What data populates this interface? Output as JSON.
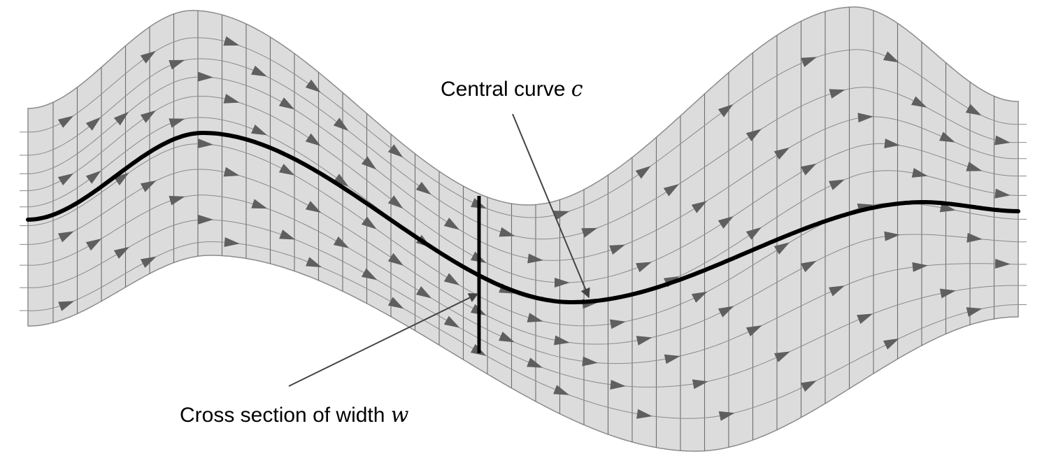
{
  "labels": {
    "central_curve": {
      "text": "Central curve ",
      "symbol": "c"
    },
    "cross_section": {
      "text": "Cross section of width ",
      "symbol": "w"
    }
  },
  "colors": {
    "band_fill": "#dcdcdc",
    "band_edge": "#8c8c8c",
    "grid_line": "#6e6e6e",
    "flow_line": "#8a8a8a",
    "arrow": "#5f5f5f",
    "central_curve": "#000000",
    "leader_line": "#444444"
  }
}
